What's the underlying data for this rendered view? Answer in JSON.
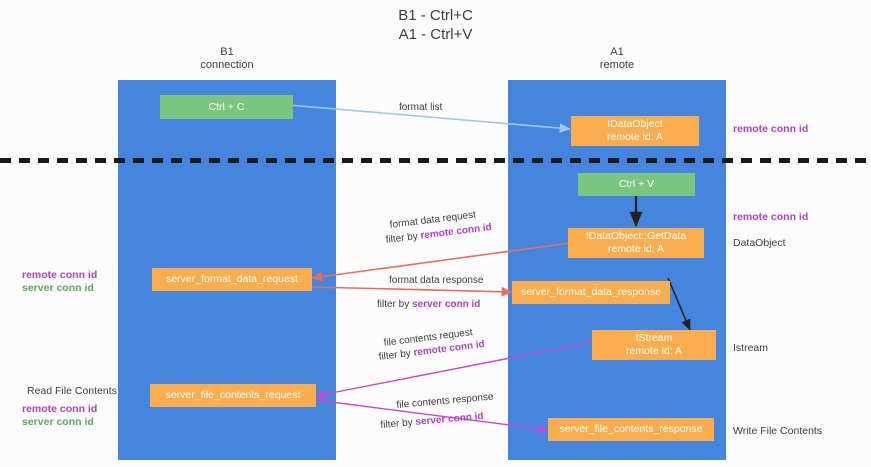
{
  "title": {
    "line1": "B1 - Ctrl+C",
    "line2": "A1 - Ctrl+V"
  },
  "lanes": [
    {
      "id": "b1",
      "name": "B1",
      "role": "connection"
    },
    {
      "id": "a1",
      "name": "A1",
      "role": "remote"
    }
  ],
  "nodes": {
    "ctrl_c": {
      "label": "Ctrl + C",
      "color": "#7bc67e"
    },
    "idataobject_remote": {
      "line1": "IDataObject",
      "line2": "remote id: A",
      "color": "#f9ad4e"
    },
    "ctrl_v": {
      "label": "Ctrl + V",
      "color": "#7bc67e"
    },
    "getdata": {
      "line1": "IDataObject::GetData",
      "line2": "remote id: A",
      "color": "#f9ad4e"
    },
    "server_format_data_request": {
      "label": "server_format_data_request",
      "color": "#f9ad4e"
    },
    "server_format_data_response": {
      "label": "server_format_data_response",
      "color": "#f9ad4e"
    },
    "istream": {
      "line1": "IStream",
      "line2": "remote id: A",
      "color": "#f9ad4e"
    },
    "server_file_contents_request": {
      "label": "server_file_contents_request",
      "color": "#f9ad4e"
    },
    "server_file_contents_response": {
      "label": "server_file_contents_response",
      "color": "#f9ad4e"
    }
  },
  "edge_labels": {
    "format_list": "format list",
    "format_data_request": "format data request",
    "format_data_request_filter_prefix": "filter by ",
    "format_data_request_filter_key": "remote conn id",
    "format_data_response": "format data response",
    "format_data_response_filter_prefix": "filter by ",
    "format_data_response_filter_key": "server conn id",
    "file_contents_request": "file contents request",
    "file_contents_request_filter_prefix": "filter by ",
    "file_contents_request_filter_key": "remote conn id",
    "file_contents_response": "file contents response",
    "file_contents_response_filter_prefix": "filter by ",
    "file_contents_response_filter_key": "server conn id"
  },
  "annotations": {
    "right_remote_conn_id_top": "remote conn id",
    "right_remote_conn_id_mid": "remote conn id",
    "right_dataobject": "DataObject",
    "right_istream": "Istream",
    "right_write_file_contents": "Write File Contents",
    "left_remote_conn_id_mid": "remote conn id",
    "left_server_conn_id_mid": "server conn id",
    "left_read_file_contents": "Read File Contents",
    "left_remote_conn_id_bottom": "remote conn id",
    "left_server_conn_id_bottom": "server conn id"
  },
  "colors": {
    "lane": "#4585dd",
    "green_node": "#7bc67e",
    "orange_node": "#f9ad4e",
    "purple_text": "#b03fc7",
    "green_text": "#5aa85e",
    "arrow_blue": "#9cc6ef",
    "arrow_red": "#ef6b5a",
    "arrow_black": "#222222",
    "arrow_magenta": "#cc44cc",
    "background": "#fcfcfc"
  }
}
